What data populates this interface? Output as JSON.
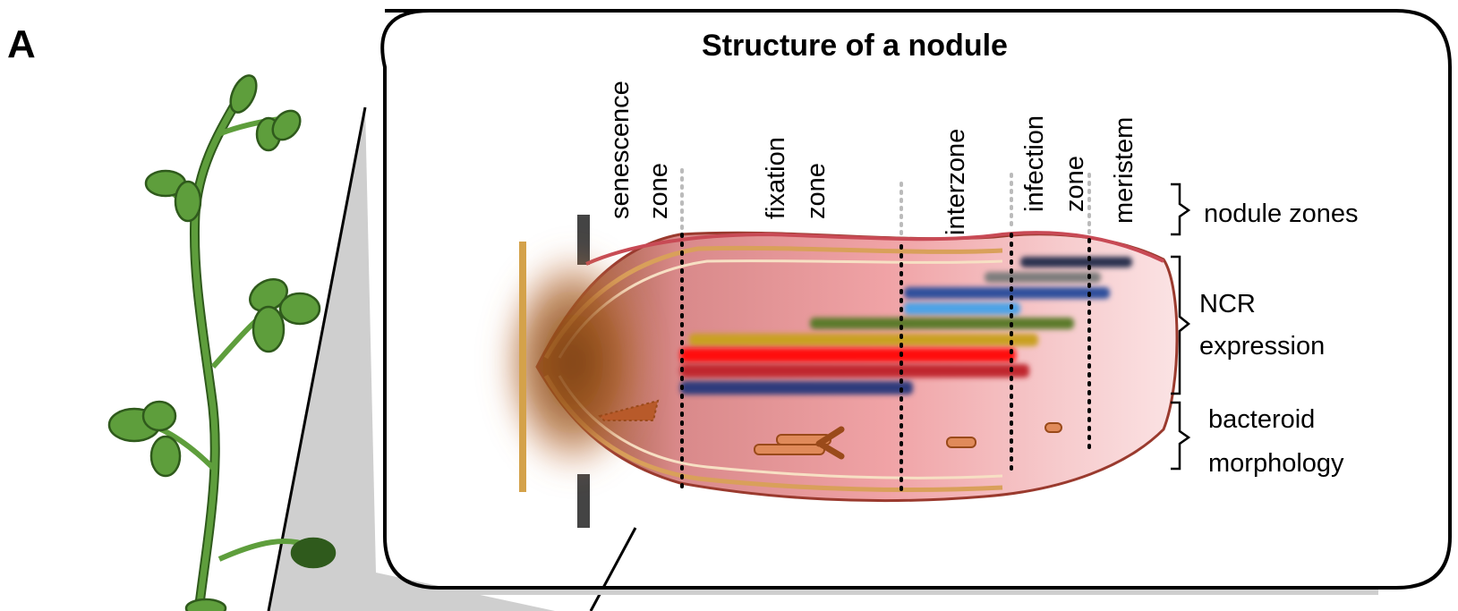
{
  "panel_label": "A",
  "title": "Structure of a nodule",
  "zones": [
    {
      "lines": [
        "senescence",
        "zone"
      ]
    },
    {
      "lines": [
        "fixation",
        "zone"
      ]
    },
    {
      "lines": [
        "interzone"
      ]
    },
    {
      "lines": [
        "infection",
        "zone"
      ]
    },
    {
      "lines": [
        "meristem"
      ]
    }
  ],
  "brackets": {
    "zones": {
      "lines": [
        "nodule zones"
      ]
    },
    "ncr": {
      "lines": [
        "NCR",
        "expression"
      ]
    },
    "bacteroid": {
      "lines": [
        "bacteroid",
        "morphology"
      ]
    }
  },
  "ncr_bar_colors": [
    "#2a3350",
    "#7d7d7d",
    "#2e4f9c",
    "#4ea3e6",
    "#5b7a2c",
    "#c9a020",
    "#ff0a0a",
    "#c0272d",
    "#2e3a7c"
  ],
  "plant_color": "#5e9e3c",
  "nodule_color": "#f2a6a8",
  "bacteroid_color": "#e08a5a"
}
